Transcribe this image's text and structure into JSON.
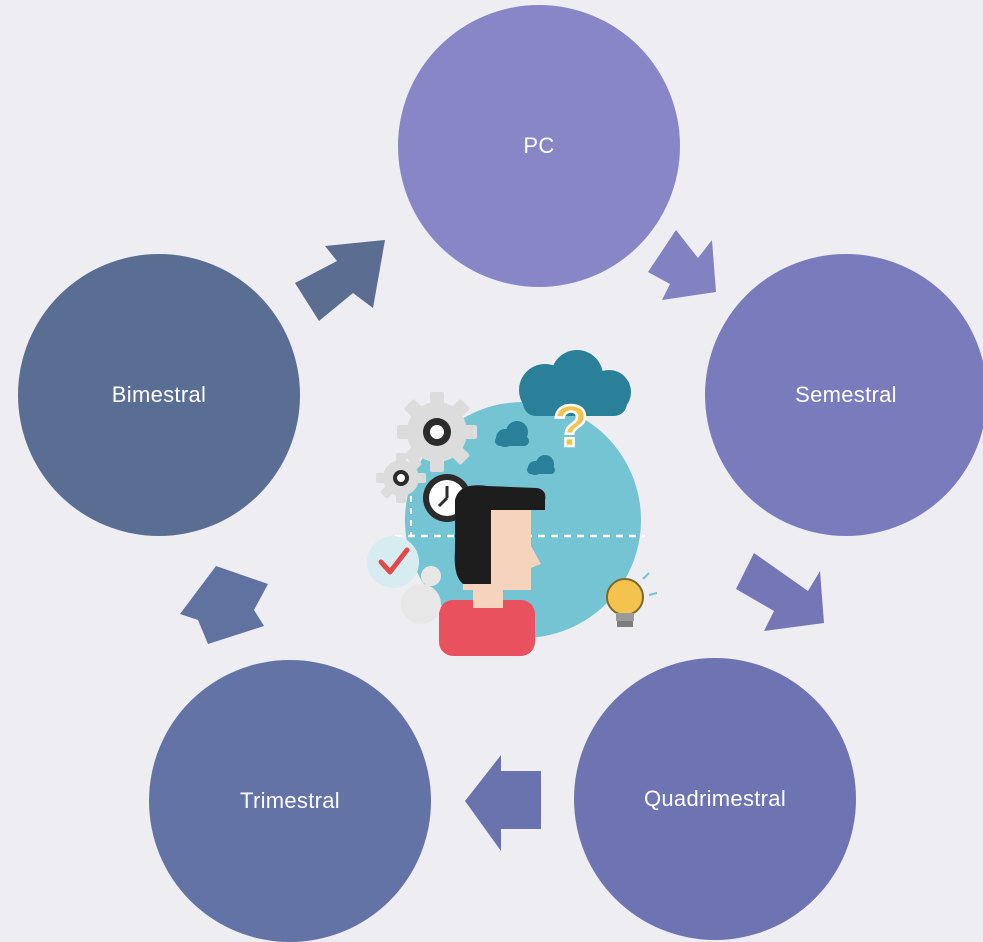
{
  "diagram": {
    "nodes": [
      {
        "id": "pc",
        "label": "PC",
        "color": "#8886c6"
      },
      {
        "id": "semestral",
        "label": "Semestral",
        "color": "#7a7bbd"
      },
      {
        "id": "quadrimestral",
        "label": "Quadrimestral",
        "color": "#6e73b1"
      },
      {
        "id": "trimestral",
        "label": "Trimestral",
        "color": "#6373a6"
      },
      {
        "id": "bimestral",
        "label": "Bimestral",
        "color": "#5a6e94"
      }
    ],
    "edges": [
      {
        "from": "pc",
        "to": "semestral",
        "color": "#8281c2"
      },
      {
        "from": "semestral",
        "to": "quadrimestral",
        "color": "#7476b6"
      },
      {
        "from": "quadrimestral",
        "to": "trimestral",
        "color": "#6a73ad"
      },
      {
        "from": "trimestral",
        "to": "bimestral",
        "color": "#5f72a0"
      },
      {
        "from": "bimestral",
        "to": "pc",
        "color": "#5b6d91"
      }
    ],
    "center_illustration": {
      "icon": "thinking-person-icon",
      "elements": [
        "gear-icon",
        "clock-icon",
        "question-mark-icon",
        "checkmark-icon",
        "lightbulb-icon",
        "cloud-icon"
      ],
      "colors": {
        "globe": "#74c4d3",
        "cloud": "#2a7f99",
        "hair": "#1d1d1d",
        "skin": "#f6d3bd",
        "shirt": "#e9515f",
        "question": "#f3c34d",
        "check": "#e24a4a"
      }
    }
  }
}
